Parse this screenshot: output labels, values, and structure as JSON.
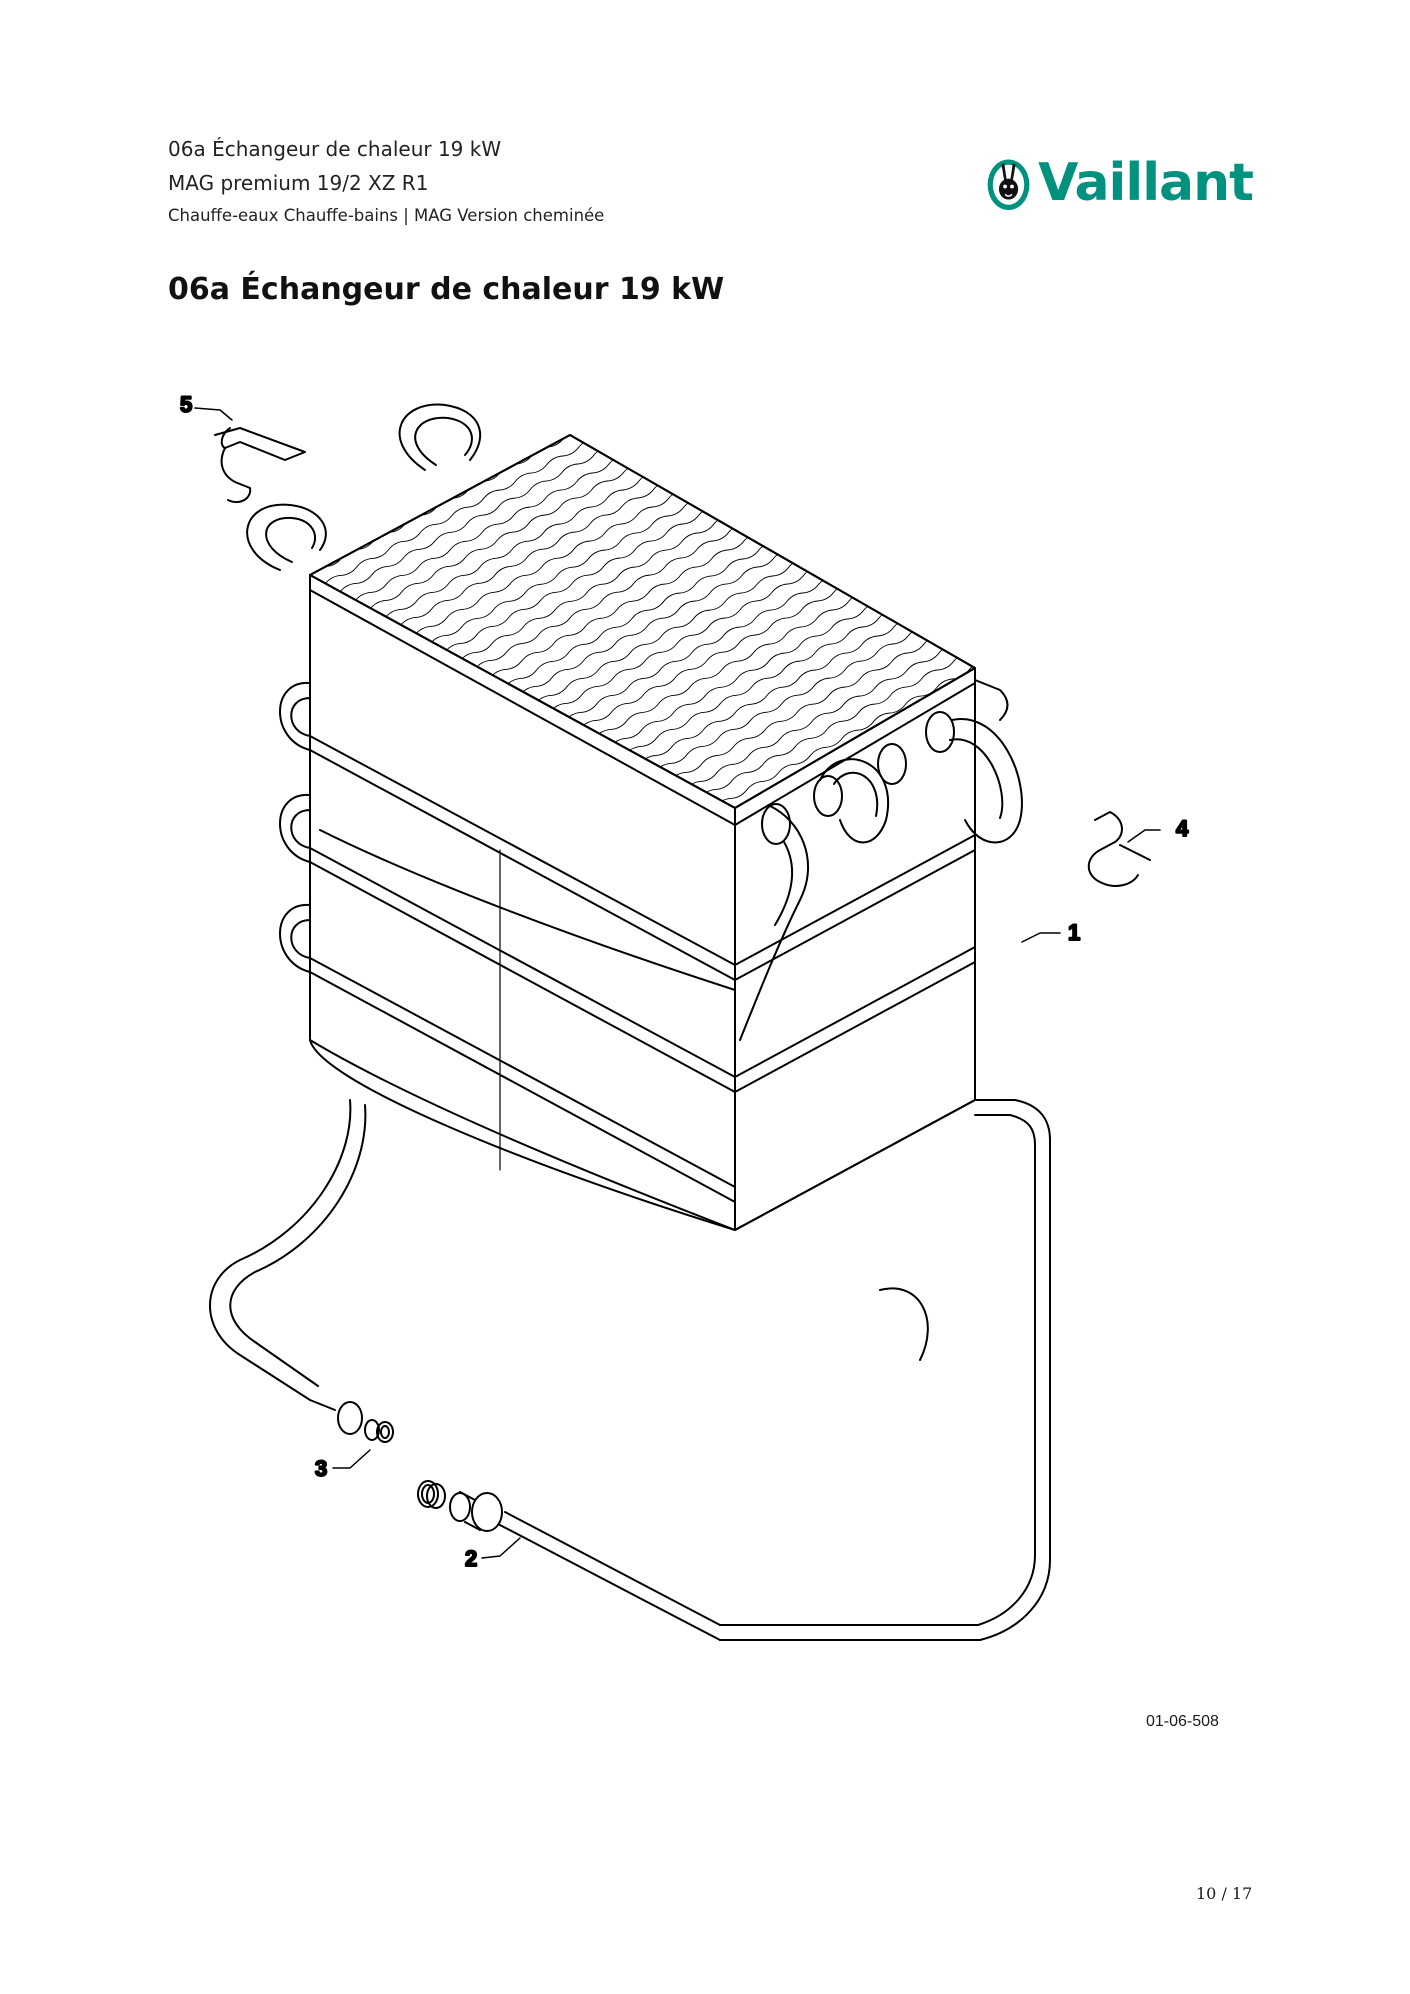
{
  "header": {
    "line1": "06a Échangeur de chaleur 19 kW",
    "line2": "MAG premium 19/2 XZ R1",
    "line3": "Chauffe-eaux Chauffe-bains | MAG Version cheminée"
  },
  "logo": {
    "wordmark": "Vaillant",
    "color": "#00917f"
  },
  "title": "06a Échangeur de chaleur 19 kW",
  "callouts": {
    "c1": "1",
    "c2": "2",
    "c3": "3",
    "c4": "4",
    "c5": "5"
  },
  "drawing_ref": "01-06-508",
  "page_number": "10 / 17"
}
